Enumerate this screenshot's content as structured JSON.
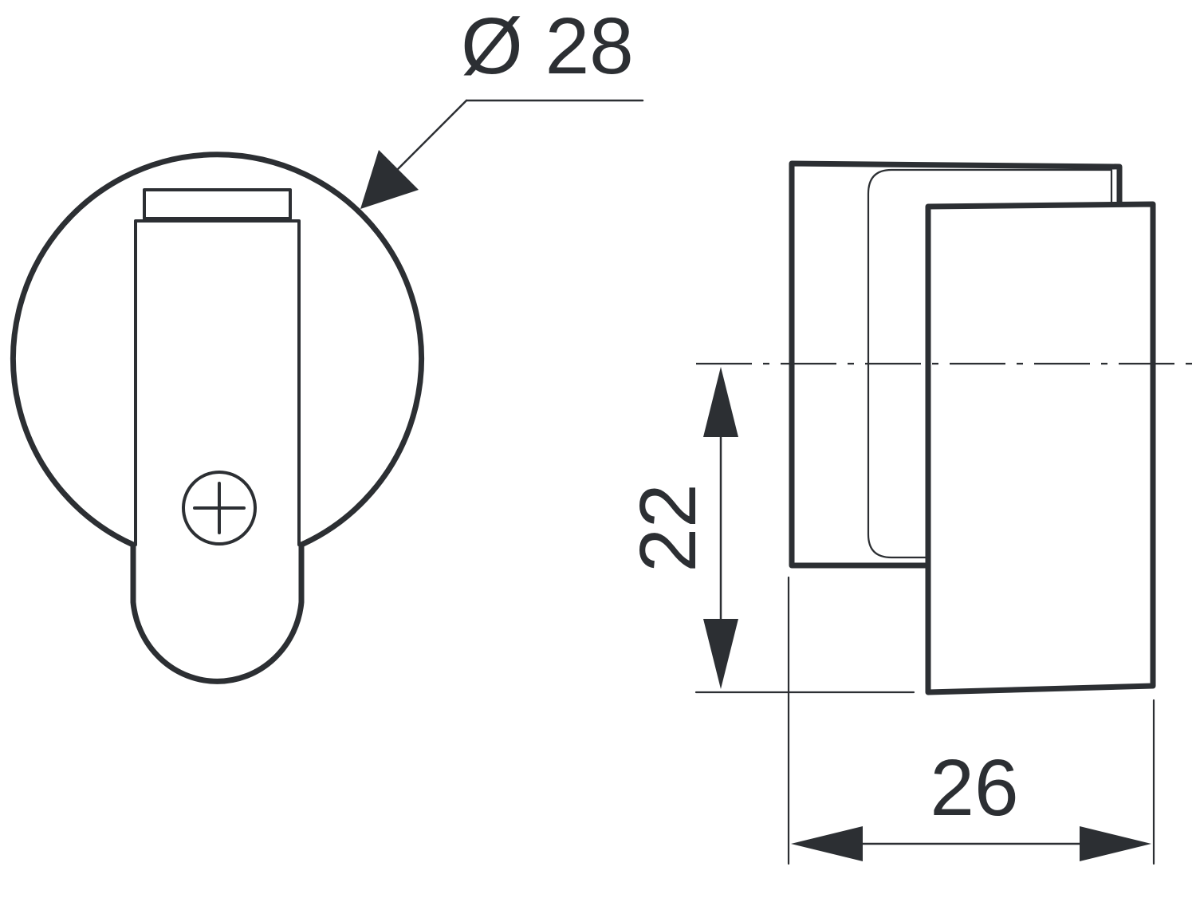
{
  "dimensions": {
    "diameter": {
      "text": "Ø 28"
    },
    "height": {
      "text": "22"
    },
    "width": {
      "text": "26"
    }
  }
}
